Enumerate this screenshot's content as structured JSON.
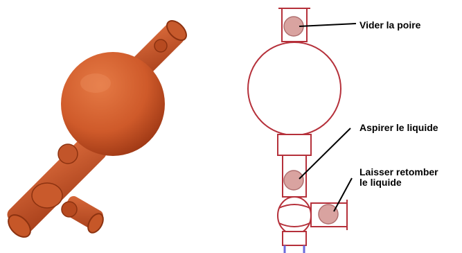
{
  "colors": {
    "bulb": "#cf5a2a",
    "bulb_shadow": "#9a3513",
    "diagram_outline": "#b5303a",
    "valve": "#d9a3a0",
    "valve_border": "#b07070",
    "stem": "#6a6adc",
    "leader": "#000000"
  },
  "labels": {
    "empty_bulb": "Vider la poire",
    "aspirate": "Aspirer le liquide",
    "release_line1": "Laisser retomber",
    "release_line2": "le liquide"
  }
}
